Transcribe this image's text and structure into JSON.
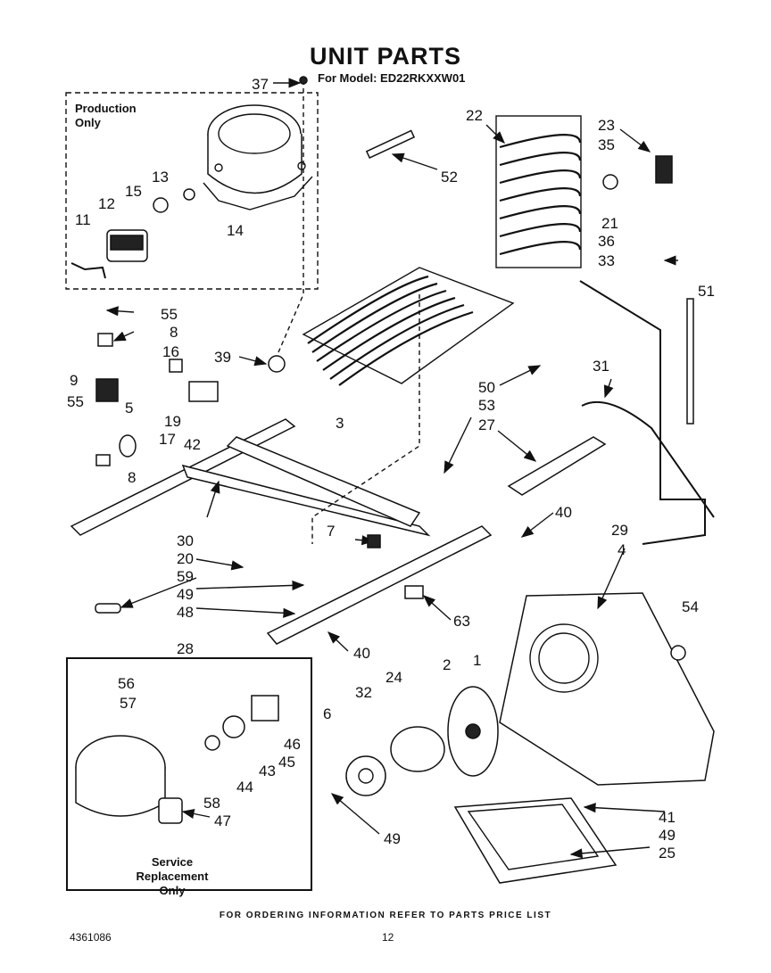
{
  "title": "UNIT PARTS",
  "subtitle": "For Model: ED22RKXXW01",
  "production_box_label_line1": "Production",
  "production_box_label_line2": "Only",
  "service_box_label_line1": "Service Replacement",
  "service_box_label_line2": "Only",
  "footer": "FOR ORDERING INFORMATION REFER TO PARTS PRICE LIST",
  "doc_number": "4361086",
  "page_number": "12",
  "callouts": {
    "c37": "37",
    "c22": "22",
    "c23": "23",
    "c35": "35",
    "c13": "13",
    "c15": "15",
    "c12": "12",
    "c11": "11",
    "c14": "14",
    "c52": "52",
    "c21": "21",
    "c36": "36",
    "c33": "33",
    "c51": "51",
    "c55a": "55",
    "c8a": "8",
    "c16": "16",
    "c9": "9",
    "c39": "39",
    "c19": "19",
    "c55b": "55",
    "c17": "17",
    "c42": "42",
    "c3": "3",
    "c5": "5",
    "c50": "50",
    "c31": "31",
    "c53": "53",
    "c27": "27",
    "c8b": "8",
    "c7": "7",
    "c40a": "40",
    "c29": "29",
    "c30": "30",
    "c20": "20",
    "c59": "59",
    "c49a": "49",
    "c4": "4",
    "c48": "48",
    "c63": "63",
    "c54": "54",
    "c28": "28",
    "c40b": "40",
    "c56": "56",
    "c2": "2",
    "c1": "1",
    "c24": "24",
    "c32": "32",
    "c57": "57",
    "c6": "6",
    "c46": "46",
    "c45": "45",
    "c43": "43",
    "c44": "44",
    "c58": "58",
    "c47": "47",
    "c41": "41",
    "c49b": "49",
    "c25": "25",
    "c49c": "49"
  }
}
